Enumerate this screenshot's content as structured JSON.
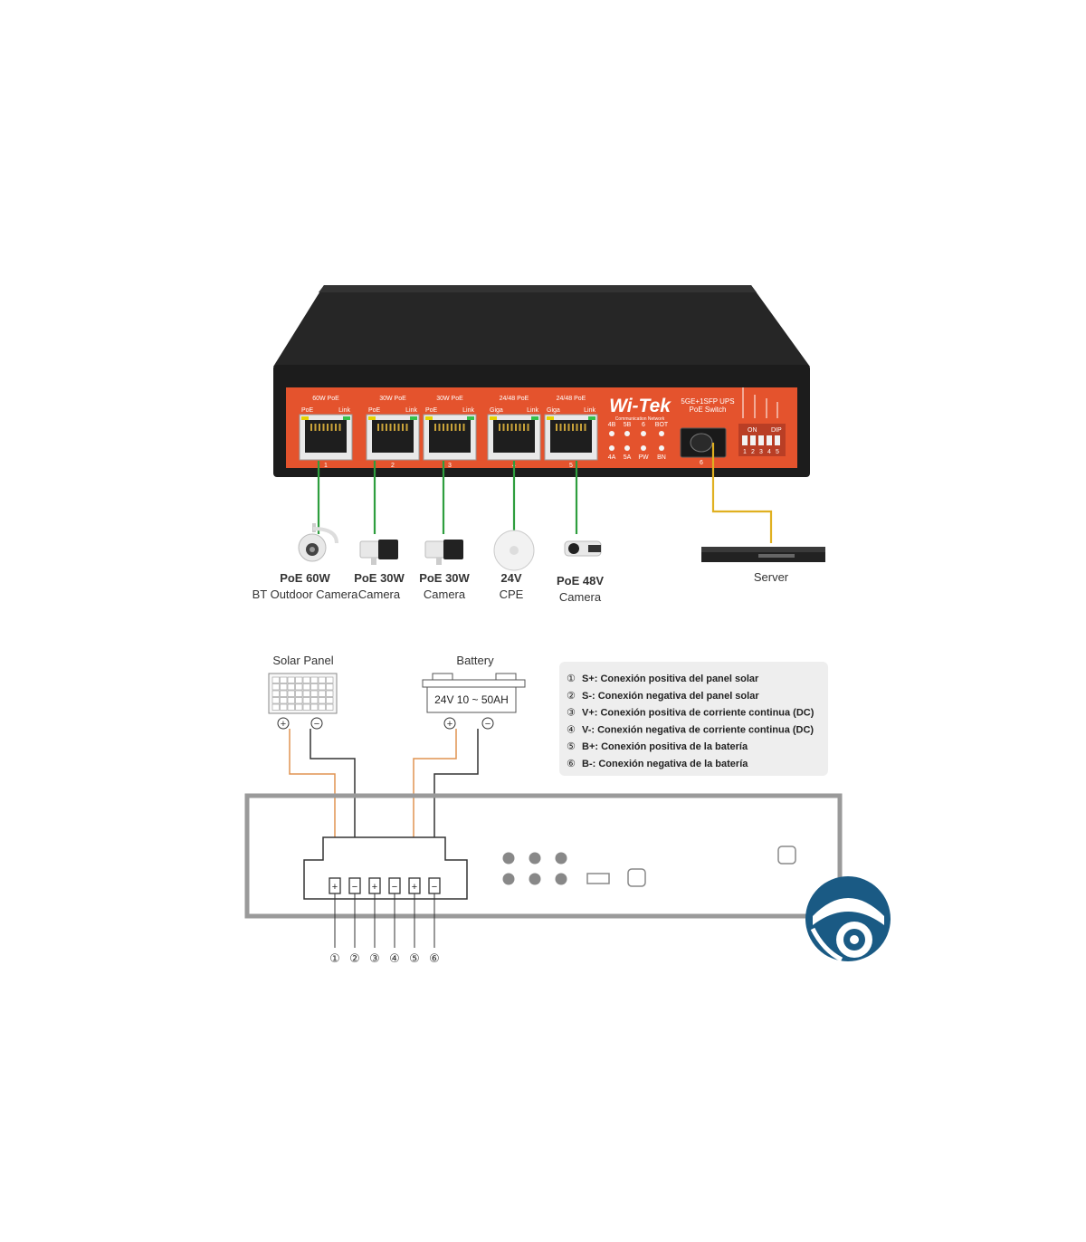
{
  "switch": {
    "brand": "Wi-Tek",
    "brand_sub": "Communication Network",
    "model_line1": "5GE+1SFP UPS",
    "model_line2": "PoE Switch",
    "ports": [
      {
        "top": "60W PoE",
        "left": "PoE",
        "right": "Link",
        "num": "1"
      },
      {
        "top": "30W PoE",
        "left": "PoE",
        "right": "Link",
        "num": "2"
      },
      {
        "top": "30W PoE",
        "left": "PoE",
        "right": "Link",
        "num": "3"
      },
      {
        "top": "24/48 PoE",
        "left": "Giga",
        "right": "Link",
        "num": "4"
      },
      {
        "top": "24/48 PoE",
        "left": "Giga",
        "right": "Link",
        "num": "5"
      }
    ],
    "led_top": [
      "4B",
      "5B",
      "6",
      "BOT"
    ],
    "led_bottom": [
      "4A",
      "5A",
      "PW",
      "BN"
    ],
    "sfp_num": "6",
    "dip_label": "DIP",
    "dip_on": "ON",
    "dip_nums": [
      "1",
      "2",
      "3",
      "4",
      "5"
    ]
  },
  "devices": [
    {
      "line1": "PoE 60W",
      "line2": "BT Outdoor Camera"
    },
    {
      "line1": "PoE 30W",
      "line2": "Camera"
    },
    {
      "line1": "PoE 30W",
      "line2": "Camera"
    },
    {
      "line1": "24V",
      "line2": "CPE"
    },
    {
      "line1": "PoE 48V",
      "line2": "Camera"
    }
  ],
  "server_label": "Server",
  "wiring": {
    "solar_label": "Solar Panel",
    "battery_label": "Battery",
    "battery_spec": "24V 10 ~ 50AH",
    "terminal_numbers": [
      "①",
      "②",
      "③",
      "④",
      "⑤",
      "⑥"
    ],
    "plus": "+",
    "minus": "−"
  },
  "legend": [
    {
      "num": "①",
      "text": "S+: Conexión positiva del panel solar"
    },
    {
      "num": "②",
      "text": "S-: Conexión negativa del panel solar"
    },
    {
      "num": "③",
      "text": "V+: Conexión positiva de corriente continua (DC)"
    },
    {
      "num": "④",
      "text": "V-: Conexión negativa de corriente continua (DC)"
    },
    {
      "num": "⑤",
      "text": "B+: Conexión positiva de la batería"
    },
    {
      "num": "⑥",
      "text": "B-: Conexión negativa de la batería"
    }
  ],
  "colors": {
    "switch_body": "#1c1c1c",
    "panel_orange": "#e4532d",
    "poe_line": "#2e9e3e",
    "server_line": "#e0b020",
    "solar_wire": "#e09450",
    "dc_wire": "#333333",
    "outline": "#9a9a9a",
    "logo_blue": "#1a5a84"
  }
}
